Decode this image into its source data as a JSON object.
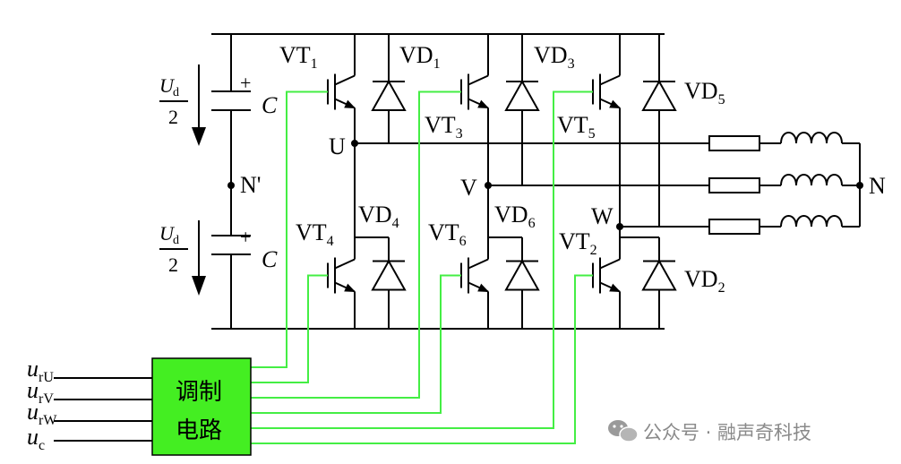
{
  "labels": {
    "ud_num": "U",
    "ud_sub": "d",
    "ud_den": "2",
    "plus": "+",
    "cap": "C",
    "neutral_dc": "N'",
    "neutral_load": "N",
    "phase_u": "U",
    "phase_v": "V",
    "phase_w": "W",
    "vt": "VT",
    "vd": "VD",
    "vt1_sub": "1",
    "vt3_sub": "3",
    "vt5_sub": "5",
    "vt4_sub": "4",
    "vt6_sub": "6",
    "vt2_sub": "2",
    "vd1_sub": "1",
    "vd3_sub": "3",
    "vd5_sub": "5",
    "vd4_sub": "4",
    "vd6_sub": "6",
    "vd2_sub": "2",
    "u": "u",
    "ur_u_sub": "rU",
    "ur_v_sub": "rV",
    "ur_w_sub": "rW",
    "uc_sub": "c",
    "mod_line1": "调制",
    "mod_line2": "电路"
  },
  "watermark": {
    "icon": "wechat-icon",
    "text": "公众号 · 融声奇科技"
  },
  "colors": {
    "wire": "#000000",
    "gate_wire": "#44ee44",
    "module_fill": "#44ee22"
  }
}
